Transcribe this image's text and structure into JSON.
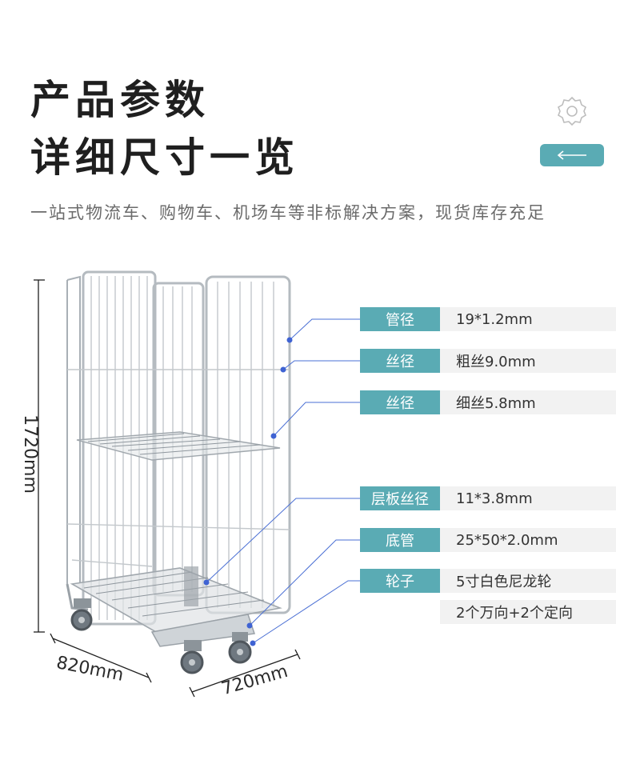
{
  "header": {
    "title_line1": "产品参数",
    "title_line2": "详细尺寸一览",
    "subtitle": "一站式物流车、购物车、机场车等非标解决方案，现货库存充足"
  },
  "icons": {
    "settings": "gear-icon",
    "back": "arrow-left-icon"
  },
  "accent_color": "#5aabb4",
  "dimensions": {
    "height": "1720mm",
    "width_left": "820mm",
    "width_right": "720mm"
  },
  "specs": [
    {
      "label": "管径",
      "value": "19*1.2mm"
    },
    {
      "label": "丝径",
      "value": "粗丝9.0mm"
    },
    {
      "label": "丝径",
      "value": "细丝5.8mm"
    },
    {
      "label": "层板丝径",
      "value": "11*3.8mm"
    },
    {
      "label": "底管",
      "value": "25*50*2.0mm"
    },
    {
      "label": "轮子",
      "value": "5寸白色尼龙轮"
    },
    {
      "label": "",
      "value": "2个万向+2个定向"
    }
  ]
}
